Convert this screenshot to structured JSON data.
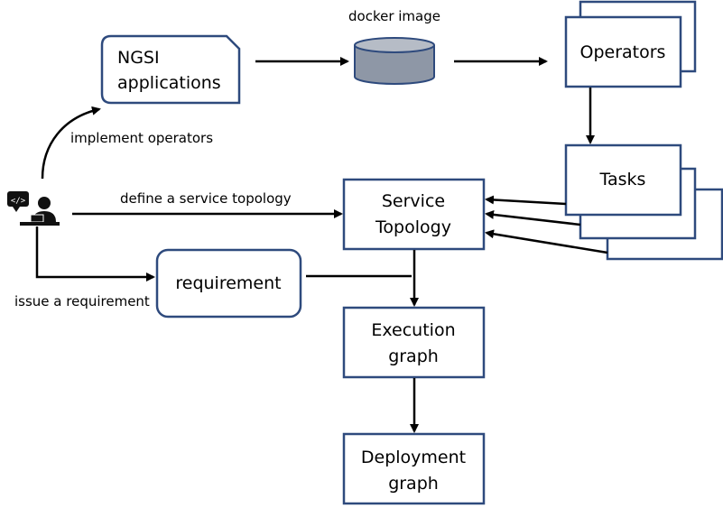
{
  "nodes": {
    "ngsi": {
      "line1": "NGSI",
      "line2": "applications"
    },
    "docker": {
      "label": "docker image"
    },
    "operators": {
      "label": "Operators"
    },
    "tasks": {
      "label": "Tasks"
    },
    "service_topology": {
      "line1": "Service",
      "line2": "Topology"
    },
    "requirement": {
      "label": "requirement"
    },
    "execution_graph": {
      "line1": "Execution",
      "line2": "graph"
    },
    "deployment_graph": {
      "line1": "Deployment",
      "line2": "graph"
    },
    "user_icon_code": "</>"
  },
  "edges": {
    "implement": "implement operators",
    "define": "define a service topology",
    "issue": "issue a requirement"
  },
  "colors": {
    "box_border": "#2e4a7d",
    "cylinder_fill": "#8e97a6",
    "cylinder_border": "#2e4a7d"
  }
}
